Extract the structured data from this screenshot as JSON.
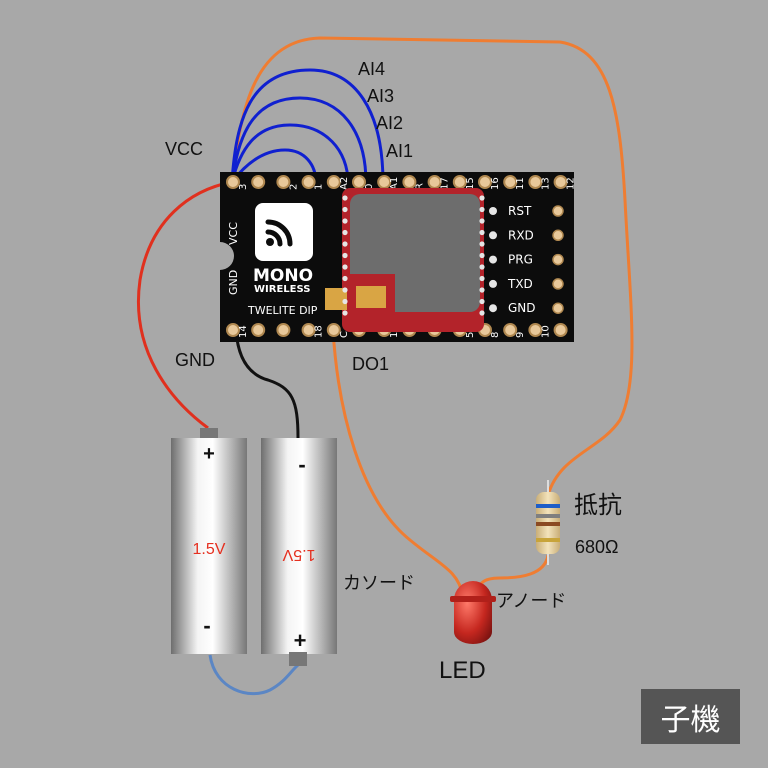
{
  "labels": {
    "vcc": "VCC",
    "gnd": "GND",
    "ai4": "AI4",
    "ai3": "AI3",
    "ai2": "AI2",
    "ai1": "AI1",
    "do1": "DO1",
    "led": "LED",
    "cathode": "カソード",
    "anode": "アノード",
    "resistor": "抵抗",
    "resistor_value": "680Ω",
    "role": "子機"
  },
  "board": {
    "brand_line1": "MONO",
    "brand_line2": "WIRELESS",
    "model": "TWELITE DIP",
    "side_vcc": "VCC",
    "side_gnd": "GND",
    "right_pins": [
      "RST",
      "RXD",
      "PRG",
      "TXD",
      "GND"
    ],
    "top_pins": [
      "3",
      "",
      "2",
      "1",
      "A2",
      "0",
      "A1",
      "R",
      "17",
      "15",
      "16",
      "11",
      "13",
      "12"
    ],
    "bottom_pins": [
      "14",
      "",
      "",
      "18",
      "C",
      "",
      "19",
      "",
      "",
      "5",
      "8",
      "9",
      "10",
      ""
    ]
  },
  "batteries": [
    {
      "voltage": "1.5V",
      "top_sign": "+",
      "bottom_sign": "-"
    },
    {
      "voltage": "1.5V",
      "top_sign": "-",
      "bottom_sign": "+"
    }
  ],
  "colors": {
    "board": "#0c0c0c",
    "vcc_wire": "#e0301e",
    "gnd_wire": "#111111",
    "signal_wire": "#ef7d32",
    "analog_wire": "#1020d0",
    "battery_link": "#5b86c4",
    "led": "#c5271f",
    "voltage_text": "#e53020",
    "background": "#a8a8a8"
  }
}
